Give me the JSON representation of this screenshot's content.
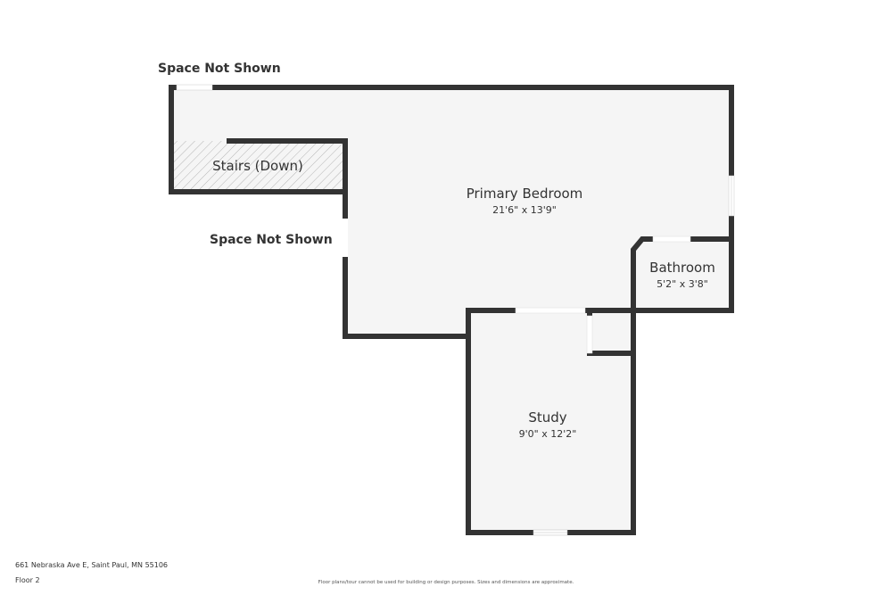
{
  "plan": {
    "colors": {
      "wall": "#333333",
      "floor": "#f5f5f5",
      "window": "#ffffff",
      "hatch": "#bbbbbb"
    },
    "notes": [
      {
        "id": "top",
        "label": "Space Not Shown"
      },
      {
        "id": "middle",
        "label": "Space Not Shown"
      }
    ],
    "rooms": [
      {
        "id": "primary-bedroom",
        "name": "Primary Bedroom",
        "dimensions": "21'6\" x 13'9\""
      },
      {
        "id": "bathroom",
        "name": "Bathroom",
        "dimensions": "5'2\" x 3'8\""
      },
      {
        "id": "study",
        "name": "Study",
        "dimensions": "9'0\" x 12'2\""
      }
    ],
    "stairs": {
      "label": "Stairs (Down)"
    }
  },
  "footer": {
    "address": "661 Nebraska Ave E, Saint Paul, MN 55106",
    "floor": "Floor 2",
    "disclaimer": "Floor plans/tour cannot be used for building or design purposes. Sizes and dimensions are approximate."
  }
}
